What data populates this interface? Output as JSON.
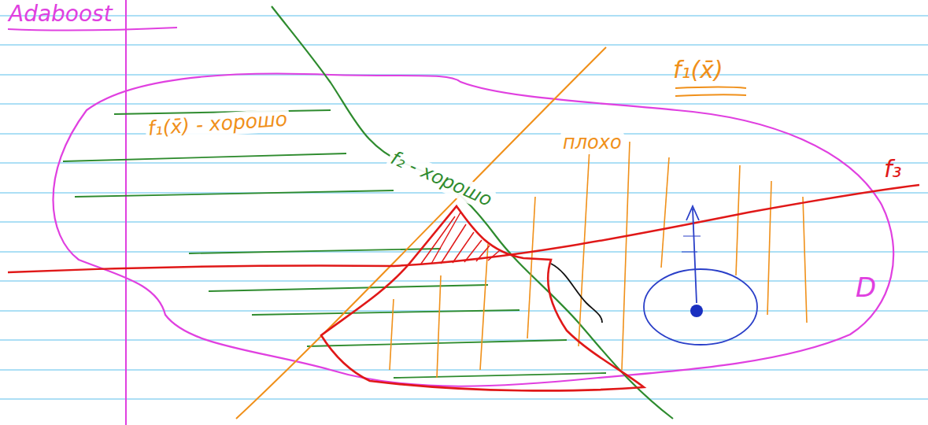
{
  "diagram": {
    "labels": [
      "Adaboost",
      "f₁(x̄) - хорошо",
      "f₂ - хорошо",
      "плохо",
      "f₁(x̄)",
      "f₃",
      "D"
    ]
  }
}
